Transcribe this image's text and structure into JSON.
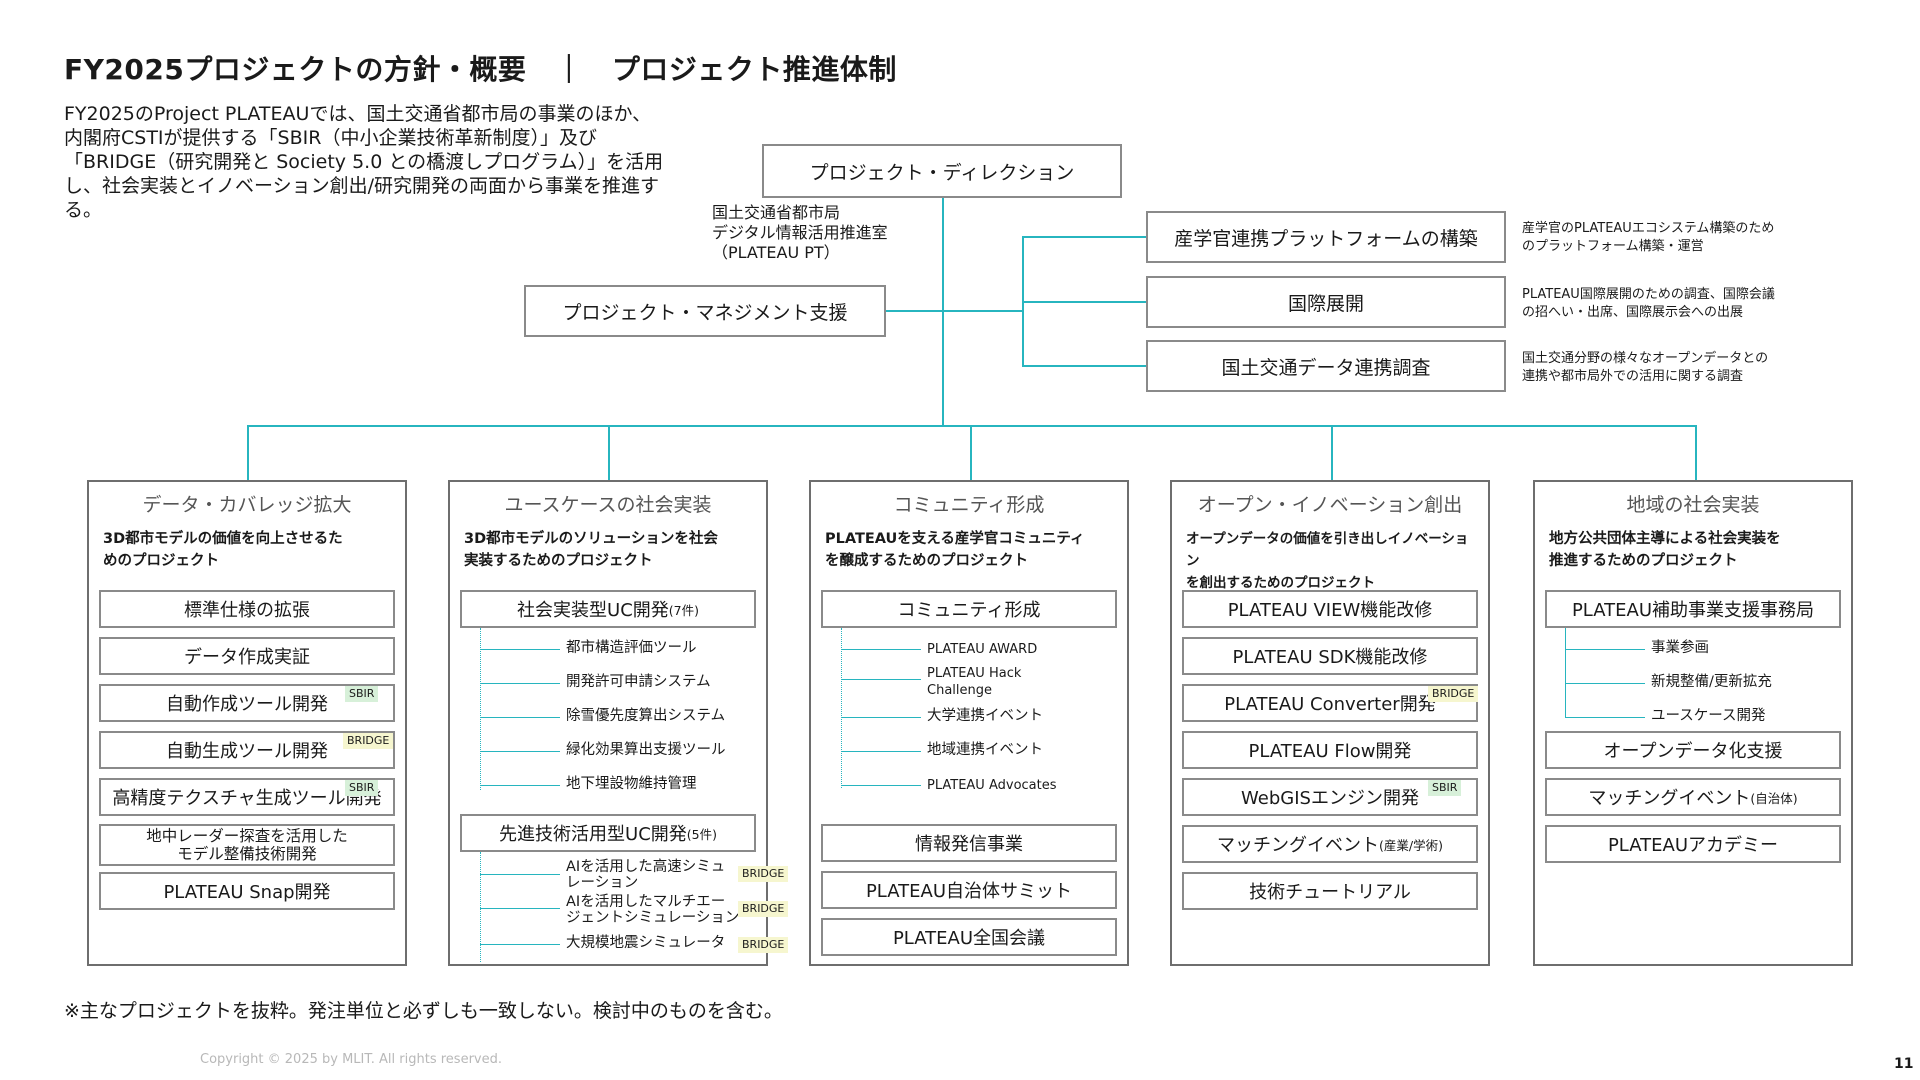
{
  "page": {
    "title": "FY2025プロジェクトの方針・概要　｜　プロジェクト推進体制",
    "intro": "FY2025のProject PLATEAUでは、国土交通省都市局の事業のほか、内閣府CSTIが提供する「SBIR（中小企業技術革新制度）」及び「BRIDGE（研究開発と Society 5.0 との橋渡しプログラム）」を活用し、社会実装とイノベーション創出/研究開発の両面から事業を推進する。",
    "footnote": "※主なプロジェクトを抜粋。発注単位と必ずしも一致しない。検討中のものを含む。",
    "copyright": "Copyright © 2025 by MLIT. All rights reserved.",
    "page_number": "11"
  },
  "top": {
    "direction": "プロジェクト・ディレクション",
    "mlit_lines": [
      "国土交通省都市局",
      "デジタル情報活用推進室",
      "（PLATEAU PT）"
    ],
    "management": "プロジェクト・マネジメント支援",
    "branches": [
      {
        "label": "産学官連携プラットフォームの構築",
        "note": [
          "産学官のPLATEAUエコシステム構築のため",
          "のプラットフォーム構築・運営"
        ]
      },
      {
        "label": "国際展開",
        "note": [
          "PLATEAU国際展開のための調査、国際会議",
          "の招へい・出席、国際展示会への出展"
        ]
      },
      {
        "label": "国土交通データ連携調査",
        "note": [
          "国土交通分野の様々なオープンデータとの",
          "連携や都市局外での活用に関する調査"
        ]
      }
    ]
  },
  "badges": {
    "sbir": "SBIR",
    "bridge": "BRIDGE"
  },
  "columns": [
    {
      "title": "データ・カバレッジ拡大",
      "desc": [
        "3D都市モデルの価値を向上させるた",
        "めのプロジェクト"
      ],
      "items": [
        {
          "label": "標準仕様の拡張"
        },
        {
          "label": "データ作成実証"
        },
        {
          "label": "自動作成ツール開発"
        },
        {
          "label": "自動生成ツール開発"
        },
        {
          "label": "高精度テクスチャ生成ツール開発"
        },
        {
          "label": "地中レーダー探査を活用した",
          "label2": "モデル整備技術開発"
        },
        {
          "label": "PLATEAU Snap開発"
        }
      ]
    },
    {
      "title": "ユースケースの社会実装",
      "desc": [
        "3D都市モデルのソリューションを社会",
        "実装するためのプロジェクト"
      ],
      "group1": {
        "label": "社会実装型UC開発",
        "count": "(7件)"
      },
      "group1_subs": [
        "都市構造評価ツール",
        "開発許可申請システム",
        "除雪優先度算出システム",
        "緑化効果算出支援ツール",
        "地下埋設物維持管理"
      ],
      "group2": {
        "label": "先進技術活用型UC開発",
        "count": "(5件)"
      },
      "group2_subs": [
        {
          "line1": "AIを活用した高速シミュ",
          "line2": "レーション"
        },
        {
          "line1": "AIを活用したマルチエー",
          "line2": "ジェントシミュレーション"
        },
        {
          "line1": "大規模地震シミュレータ",
          "line2": ""
        }
      ]
    },
    {
      "title": "コミュニティ形成",
      "desc": [
        "PLATEAUを支える産学官コミュニティ",
        "を醸成するためのプロジェクト"
      ],
      "group1": {
        "label": "コミュニティ形成"
      },
      "group1_subs": [
        {
          "line1": "PLATEAU AWARD",
          "line2": ""
        },
        {
          "line1": "PLATEAU Hack",
          "line2": "Challenge"
        },
        {
          "line1": "大学連携イベント",
          "line2": ""
        },
        {
          "line1": "地域連携イベント",
          "line2": ""
        },
        {
          "line1": "PLATEAU Advocates",
          "line2": ""
        }
      ],
      "items": [
        {
          "label": "情報発信事業"
        },
        {
          "label": "PLATEAU自治体サミット"
        },
        {
          "label": "PLATEAU全国会議"
        }
      ]
    },
    {
      "title": "オープン・イノベーション創出",
      "desc": [
        "オープンデータの価値を引き出しイノベーション",
        "を創出するためのプロジェクト"
      ],
      "items": [
        {
          "label": "PLATEAU VIEW機能改修"
        },
        {
          "label": "PLATEAU SDK機能改修"
        },
        {
          "label": "PLATEAU Converter開発"
        },
        {
          "label": "PLATEAU Flow開発"
        },
        {
          "label": "WebGISエンジン開発"
        },
        {
          "label": "マッチングイベント",
          "small": "(産業/学術)"
        },
        {
          "label": "技術チュートリアル"
        }
      ]
    },
    {
      "title": "地域の社会実装",
      "desc": [
        "地方公共団体主導による社会実装を",
        "推進するためのプロジェクト"
      ],
      "group1": {
        "label": "PLATEAU補助事業支援事務局"
      },
      "group1_subs": [
        "事業参画",
        "新規整備/更新拡充",
        "ユースケース開発"
      ],
      "items": [
        {
          "label": "オープンデータ化支援"
        },
        {
          "label": "マッチングイベント",
          "small": "(自治体)"
        },
        {
          "label": "PLATEAUアカデミー"
        }
      ]
    }
  ],
  "colors": {
    "connector": "#27b5bf",
    "border": "#8a8a8a",
    "sbir_badge": "#d7f0d9",
    "bridge_badge": "#f6f6cf"
  }
}
